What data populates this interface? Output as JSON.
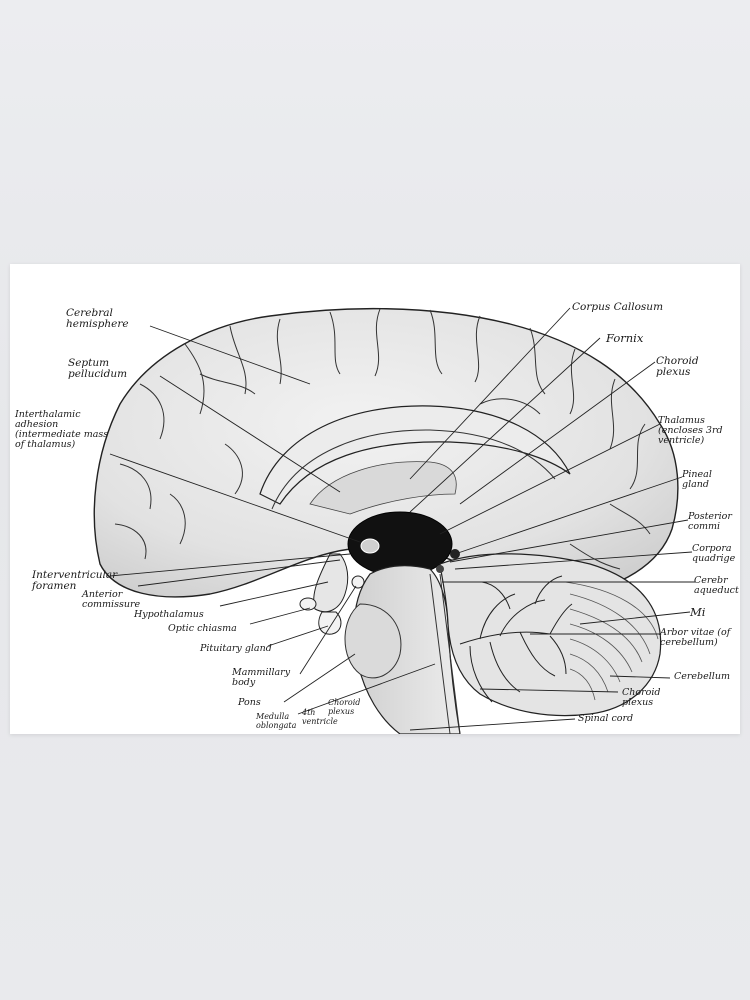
{
  "labels": {
    "cerebral_hemisphere": "Cerebral hemisphere",
    "septum_pellucidum": "Septum pellucidum",
    "interthalamic_adhesion": "Interthalamic adhesion (intermediate mass of thalamus)",
    "interventricular_foramen": "Interventricular foramen",
    "anterior_commissure": "Anterior commissure",
    "hypothalamus": "Hypothalamus",
    "optic_chiasma": "Optic chiasma",
    "pituitary_gland": "Pituitary gland",
    "mammillary_body": "Mammillary body",
    "pons": "Pons",
    "medulla_oblongata": "Medulla oblongata",
    "fourth_ventricle": "4th ventricle",
    "choroid_plexus_lower_left": "Choroid plexus",
    "corpus_callosum": "Corpus Callosum",
    "fornix": "Fornix",
    "choroid_plexus_top": "Choroid plexus",
    "thalamus": "Thalamus (encloses 3rd ventricle)",
    "pineal_gland": "Pineal gland",
    "posterior_commissure": "Posterior commi",
    "corpora_quadrigemina": "Corpora quadrige",
    "cerebral_aqueduct": "Cerebr aqueduct",
    "midbrain": "Mi",
    "arbor_vitae": "Arbor vitae (of cerebellum)",
    "cerebellum": "Cerebellum",
    "choroid_plexus_bottom": "Choroid plexus",
    "spinal_cord": "Spinal cord"
  }
}
